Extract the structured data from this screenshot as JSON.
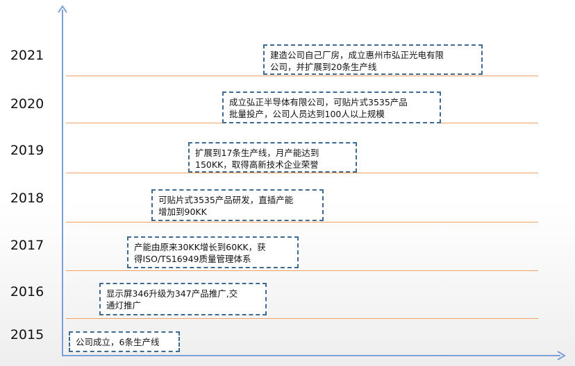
{
  "timeline": {
    "rows": [
      {
        "year": "2021",
        "text": "建造公司自己厂房，成立惠州市弘正光电有限\n公司，并扩展到20条生产线"
      },
      {
        "year": "2020",
        "text": "成立弘正半导体有限公司，可贴片式3535产品\n批量投产，公司人员达到100人以上规模"
      },
      {
        "year": "2019",
        "text": "扩展到17条生产线，月产能达到\n150KK，取得高新技术企业荣誉"
      },
      {
        "year": "2018",
        "text": "可贴片式3535产品研发，直插产能\n增加到90KK"
      },
      {
        "year": "2017",
        "text": "产能由原来30KK增长到60KK，获\n得ISO/TS16949质量管理体系"
      },
      {
        "year": "2016",
        "text": "显示屏346升级为347产品推广,交\n通灯推广"
      },
      {
        "year": "2015",
        "text": "公司成立，6条生产线"
      }
    ]
  },
  "colors": {
    "axis": "#7aa0d6",
    "row_line": "#f0a060",
    "box_border": "#3e6a90"
  }
}
